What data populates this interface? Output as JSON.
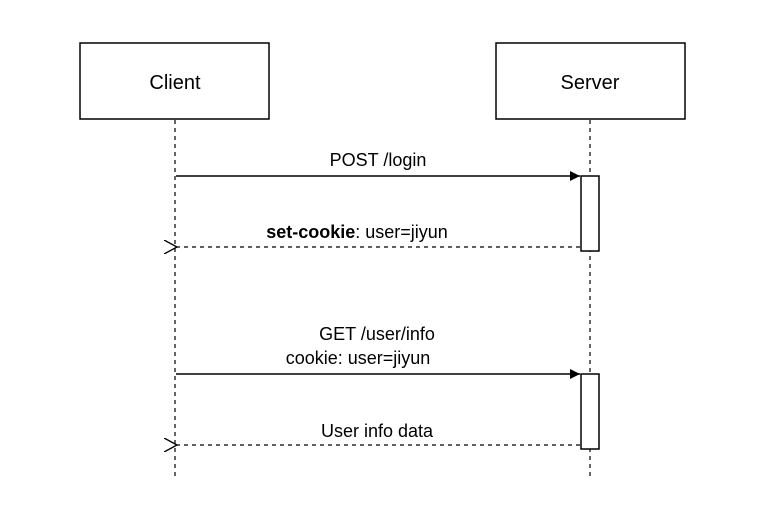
{
  "actors": {
    "client": {
      "label": "Client"
    },
    "server": {
      "label": "Server"
    }
  },
  "messages": {
    "login_request": {
      "label": "POST /login"
    },
    "login_response": {
      "header": "set-cookie",
      "value": ": user=jiyun"
    },
    "info_request": {
      "line1": "GET /user/info",
      "line2": "cookie: user=jiyun"
    },
    "info_response": {
      "label": "User info data"
    }
  },
  "colors": {
    "stroke": "#000000",
    "background": "#ffffff"
  }
}
